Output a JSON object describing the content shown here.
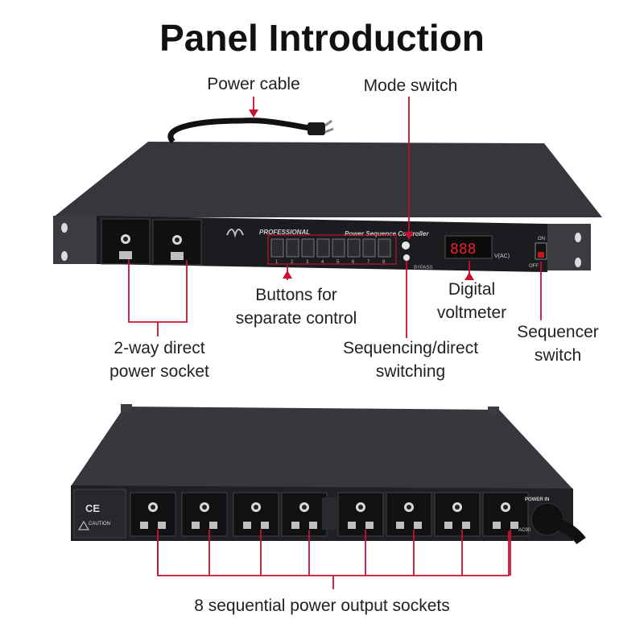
{
  "title": "Panel Introduction",
  "labels": {
    "power_cable": "Power cable",
    "mode_switch": "Mode switch",
    "buttons_line1": "Buttons for",
    "buttons_line2": "separate control",
    "voltmeter_line1": "Digital",
    "voltmeter_line2": "voltmeter",
    "direct_socket_line1": "2-way direct",
    "direct_socket_line2": "power socket",
    "seq_direct_line1": "Sequencing/direct",
    "seq_direct_line2": "switching",
    "sequencer_line1": "Sequencer",
    "sequencer_line2": "switch",
    "output_sockets": "8 sequential power output sockets"
  },
  "panel_text": {
    "brand": "PROFESSIONAL",
    "model": "Power Sequence Controller",
    "voltmeter_unit": "V(AC)",
    "switch_on": "ON",
    "switch_off": "OFF",
    "bypass": "BYPASS",
    "rear_power_in": "POWER IN",
    "rear_caution": "CAUTION",
    "rear_ac": "AC90",
    "button_numbers": [
      "1",
      "2",
      "3",
      "4",
      "5",
      "6",
      "7",
      "8"
    ]
  },
  "colors": {
    "callout": "#c8102e",
    "chassis": "#2a2c30",
    "panel": "#16171a"
  }
}
